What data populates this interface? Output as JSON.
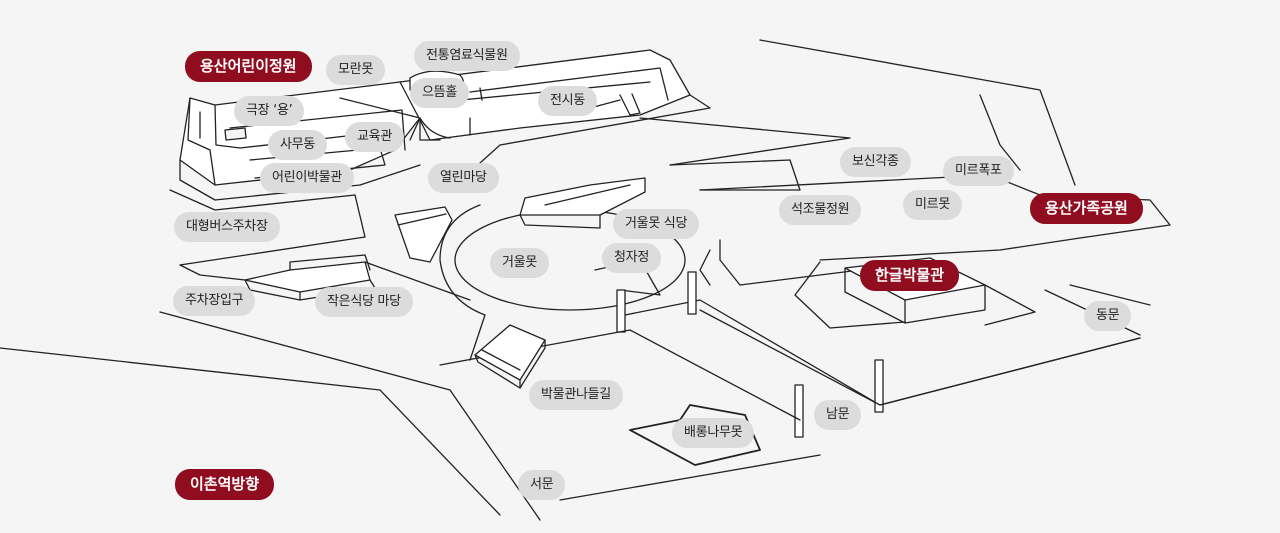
{
  "colors": {
    "background": "#f5f5f5",
    "line": "#222222",
    "label_bg": "#dcdcdc",
    "major_label_bg": "#8f0d1f",
    "major_label_text": "#ffffff"
  },
  "major_labels": {
    "children_garden": "용산어린이정원",
    "family_park": "용산가족공원",
    "hangul_museum": "한글박물관",
    "ichon_direction": "이촌역방향"
  },
  "labels": {
    "moran_pond": "모란못",
    "dye_garden": "전통염료식물원",
    "theater": "극장 ‘용’",
    "eumdeum_hall": "으뜸홀",
    "exhibition_bldg": "전시동",
    "office_bldg": "사무동",
    "education_hall": "교육관",
    "childrens_museum": "어린이박물관",
    "open_plaza": "열린마당",
    "bell": "보신각종",
    "miru_falls": "미르폭포",
    "miru_pond": "미르못",
    "bus_parking": "대형버스주차장",
    "mirror_pond_restaurant": "거울못 식당",
    "stone_garden": "석조물정원",
    "mirror_pond": "거울못",
    "cheongja_pavilion": "청자정",
    "parking_entrance": "주차장입구",
    "small_restaurant_plaza": "작은식당 마당",
    "east_gate": "동문",
    "museum_path": "박물관나들길",
    "south_gate": "남문",
    "baerong_pond": "배롱나무못",
    "west_gate": "서문"
  }
}
